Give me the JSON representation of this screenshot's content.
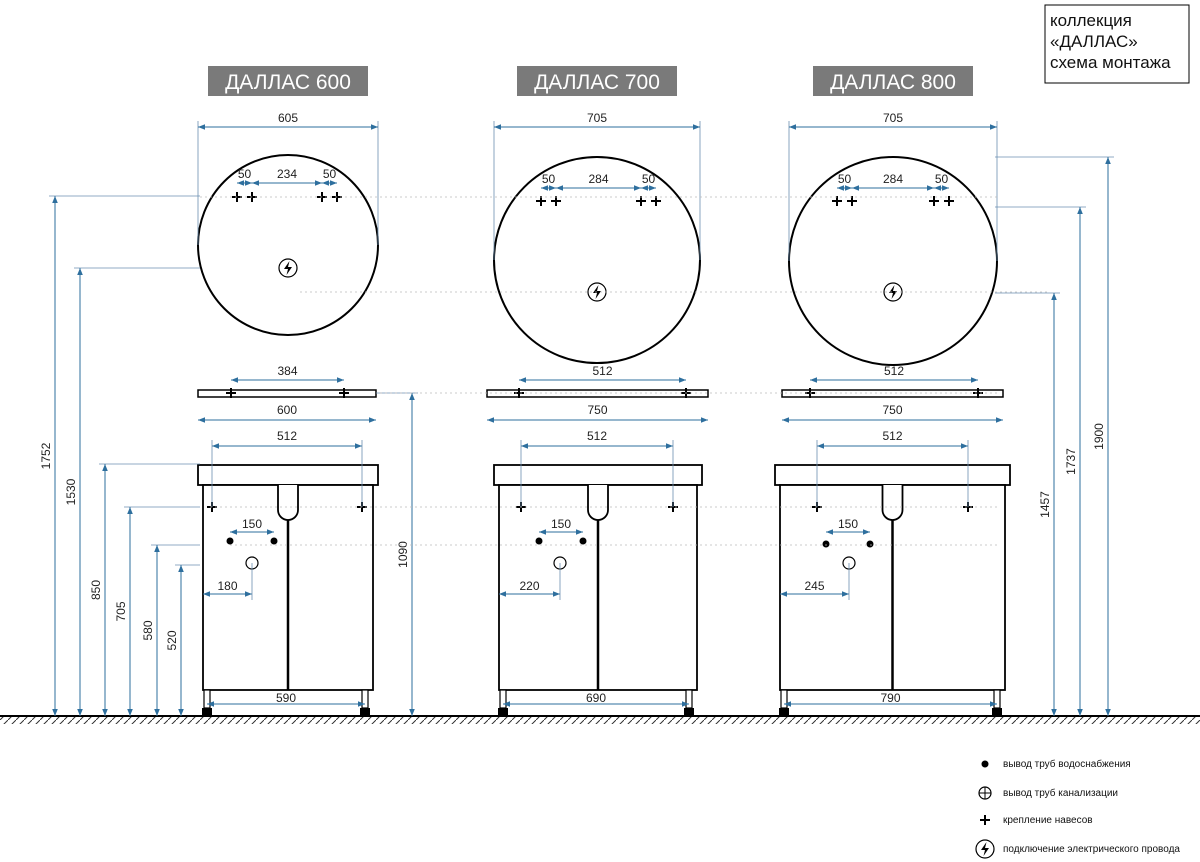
{
  "collection": {
    "line1": "коллекция",
    "line2": "«ДАЛЛАС»",
    "line3": "схема монтажа"
  },
  "models": [
    {
      "title": "ДАЛЛАС 600",
      "mirror_width": "605",
      "hook_offset_left": "50",
      "hook_span": "234",
      "hook_offset_right": "50",
      "shelf_holes": "384",
      "shelf_width": "600",
      "cabinet_holes": "512",
      "pipe_span": "150",
      "drain_offset": "180",
      "base_width": "590"
    },
    {
      "title": "ДАЛЛАС 700",
      "mirror_width": "705",
      "hook_offset_left": "50",
      "hook_span": "284",
      "hook_offset_right": "50",
      "shelf_holes": "512",
      "shelf_width": "750",
      "cabinet_holes": "512",
      "pipe_span": "150",
      "drain_offset": "220",
      "base_width": "690"
    },
    {
      "title": "ДАЛЛАС 800",
      "mirror_width": "705",
      "hook_offset_left": "50",
      "hook_span": "284",
      "hook_offset_right": "50",
      "shelf_holes": "512",
      "shelf_width": "750",
      "cabinet_holes": "512",
      "pipe_span": "150",
      "drain_offset": "245",
      "base_width": "790"
    }
  ],
  "heights_left": [
    "1752",
    "1530",
    "850",
    "705",
    "580",
    "520"
  ],
  "height_mid": "1090",
  "heights_right": [
    "1457",
    "1737",
    "1900"
  ],
  "legend": [
    {
      "icon": "water-supply-dot-icon",
      "label": "вывод труб водоснабжения"
    },
    {
      "icon": "drain-circle-icon",
      "label": "вывод труб канализации"
    },
    {
      "icon": "hanger-cross-icon",
      "label": "крепление навесов"
    },
    {
      "icon": "electric-bolt-icon",
      "label": "подключение электрического провода"
    }
  ],
  "colors": {
    "title_bg": "#7a7a7a",
    "dimension": "#2e6f9e",
    "outline": "#000000"
  }
}
